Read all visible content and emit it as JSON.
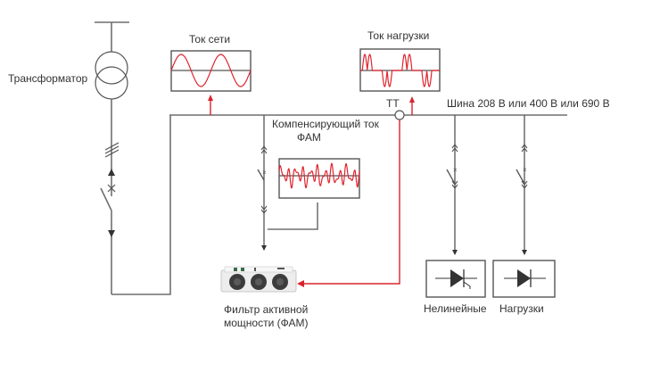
{
  "title": "Схема подключения фильтра активной мощности",
  "labels": {
    "transformer": "Трансформатор",
    "grid_current": "Ток сети",
    "load_current": "Ток нагрузки",
    "ct": "ТТ",
    "bus": "Шина 208 В или 400 В или 690 В",
    "compensating_line1": "Компенсирующий ток",
    "compensating_line2": "ФАМ",
    "filter_line1": "Фильтр активной",
    "filter_line2": "мощности (ФАМ)",
    "nonlinear": "Нелинейные",
    "loads": "Нагрузки"
  },
  "colors": {
    "signal": "#d9232e",
    "wire": "#6f6f6f",
    "text": "#333333"
  },
  "waveforms": {
    "grid_current": "sine",
    "load_current": "nonlinear-pulsed",
    "compensating_current": "harmonic-noise"
  },
  "icons": {
    "transformer": "transformer-symbol-icon",
    "breaker": "circuit-breaker-icon",
    "current_transformer": "current-transformer-icon",
    "thyristor": "thyristor-icon",
    "diode": "diode-icon",
    "filter_device": "active-filter-device-icon"
  }
}
